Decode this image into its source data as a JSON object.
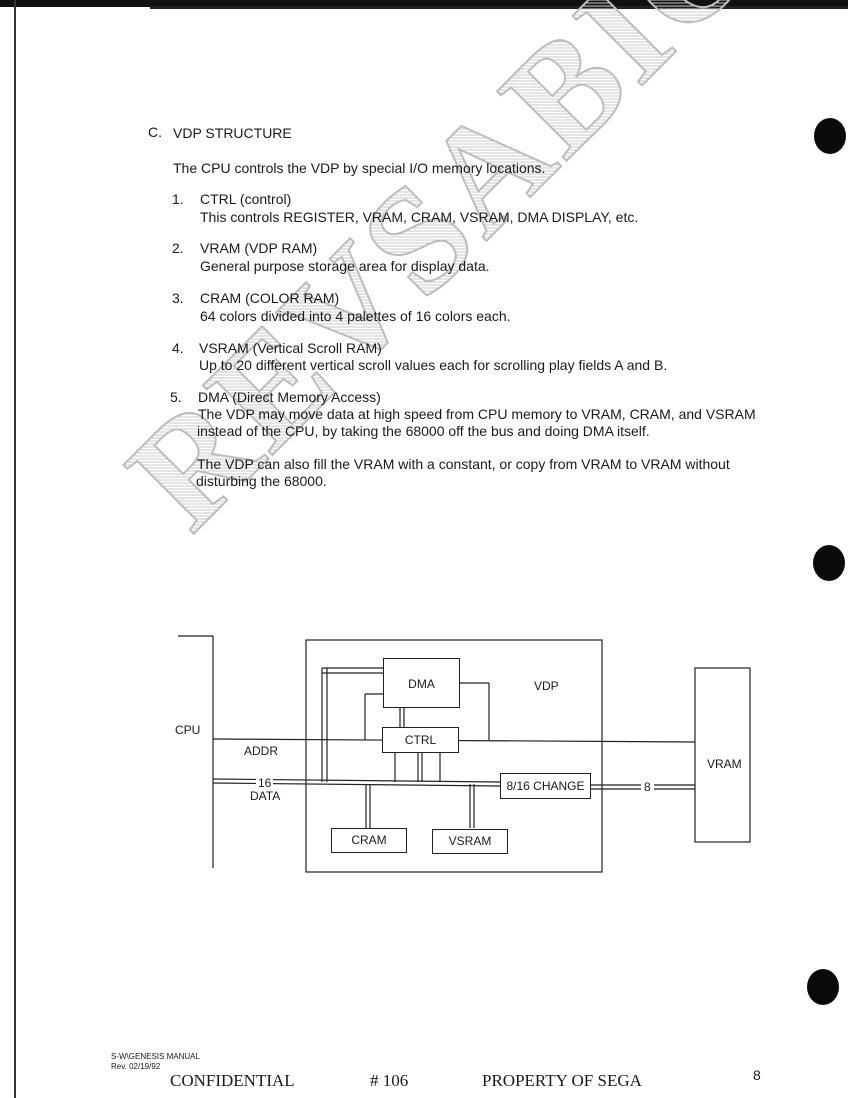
{
  "section": {
    "marker": "C.",
    "title": "VDP STRUCTURE",
    "intro": "The CPU controls the VDP by special I/O memory locations."
  },
  "items": [
    {
      "num": "1.",
      "title": "CTRL (control)",
      "lines": [
        "This controls REGISTER, VRAM, CRAM, VSRAM, DMA DISPLAY, etc."
      ]
    },
    {
      "num": "2.",
      "title": "VRAM (VDP RAM)",
      "lines": [
        "General purpose storage area for display data."
      ]
    },
    {
      "num": "3.",
      "title": "CRAM (COLOR RAM)",
      "lines": [
        "64 colors divided into 4 palettes of 16 colors each."
      ]
    },
    {
      "num": "4.",
      "title": "VSRAM (Vertical Scroll RAM)",
      "lines": [
        "Up to 20 different vertical scroll values each for scrolling play fields A and B."
      ]
    },
    {
      "num": "5.",
      "title": "DMA (Direct Memory Access)",
      "lines": [
        "The VDP may move data at high speed from CPU memory to VRAM, CRAM, and VSRAM",
        "instead of the CPU, by taking the 68000 off the bus and doing DMA itself.",
        "The VDP can also fill the VRAM with a constant, or copy from VRAM to VRAM without",
        "disturbing the 68000."
      ]
    }
  ],
  "diagram": {
    "cpu": "CPU",
    "vdp": "VDP",
    "dma": "DMA",
    "ctrl": "CTRL",
    "change": "8/16 CHANGE",
    "cram": "CRAM",
    "vsram": "VSRAM",
    "vram": "VRAM",
    "addr": "ADDR",
    "bus16": "16",
    "data": "DATA",
    "bus8": "8"
  },
  "watermark": "REVSABIO",
  "footer": {
    "manual": "S-W\\GENESIS MANUAL",
    "rev": "Rev. 02/19/92",
    "confidential": "CONFIDENTIAL",
    "number": "# 106",
    "property": "PROPERTY OF SEGA",
    "page": "8"
  }
}
